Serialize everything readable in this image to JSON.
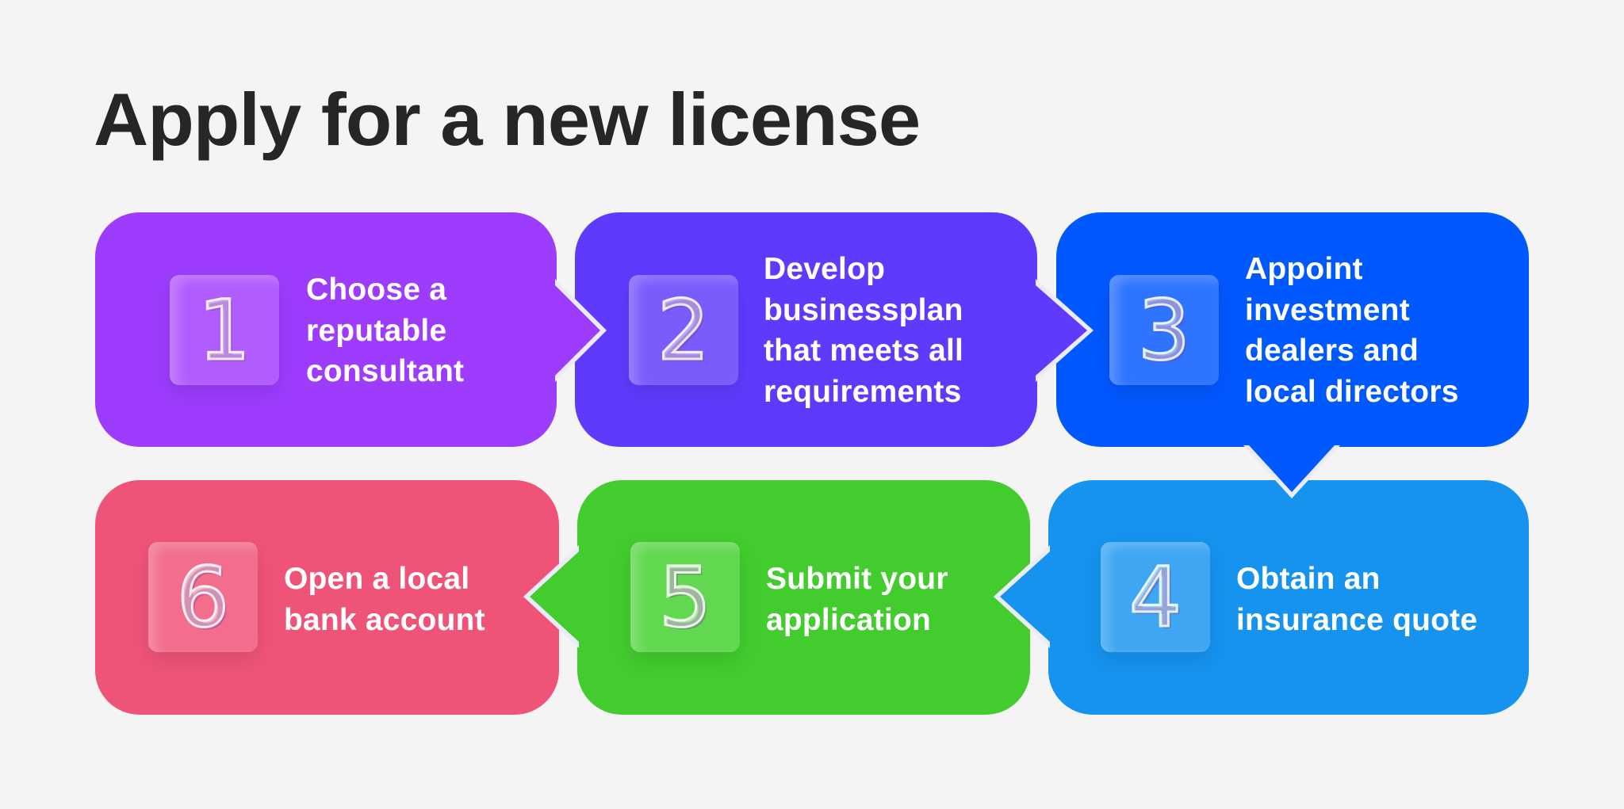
{
  "title": "Apply for a new license",
  "colors": {
    "background": "#f4f4f4",
    "title": "#262626",
    "arrow_outline": "#ecebfb",
    "step1": "#9d3cfd",
    "step2": "#5f3afd",
    "step3": "#0058ff",
    "step4": "#1593ef",
    "step5": "#42cc2e",
    "step6": "#ef5478"
  },
  "steps": [
    {
      "number": "1",
      "label": "Choose a\nreputable\nconsultant",
      "color": "#9d3cfd",
      "tile_color": "#b15dfd",
      "arrow": "right"
    },
    {
      "number": "2",
      "label": "Develop\nbusinessplan\nthat meets all\nrequirements",
      "color": "#5f3afd",
      "tile_color": "#7a5cfd",
      "arrow": "right"
    },
    {
      "number": "3",
      "label": "Appoint\ninvestment\ndealers and\nlocal directors",
      "color": "#0058ff",
      "tile_color": "#2f74ff",
      "arrow": "down"
    },
    {
      "number": "4",
      "label": "Obtain an\ninsurance quote",
      "color": "#1593ef",
      "tile_color": "#3ea6f3",
      "arrow": "left"
    },
    {
      "number": "5",
      "label": "Submit your\napplication",
      "color": "#42cc2e",
      "tile_color": "#62d750",
      "arrow": "left"
    },
    {
      "number": "6",
      "label": "Open a local\nbank account",
      "color": "#ef5478",
      "tile_color": "#f26e8c",
      "arrow": "none"
    }
  ]
}
